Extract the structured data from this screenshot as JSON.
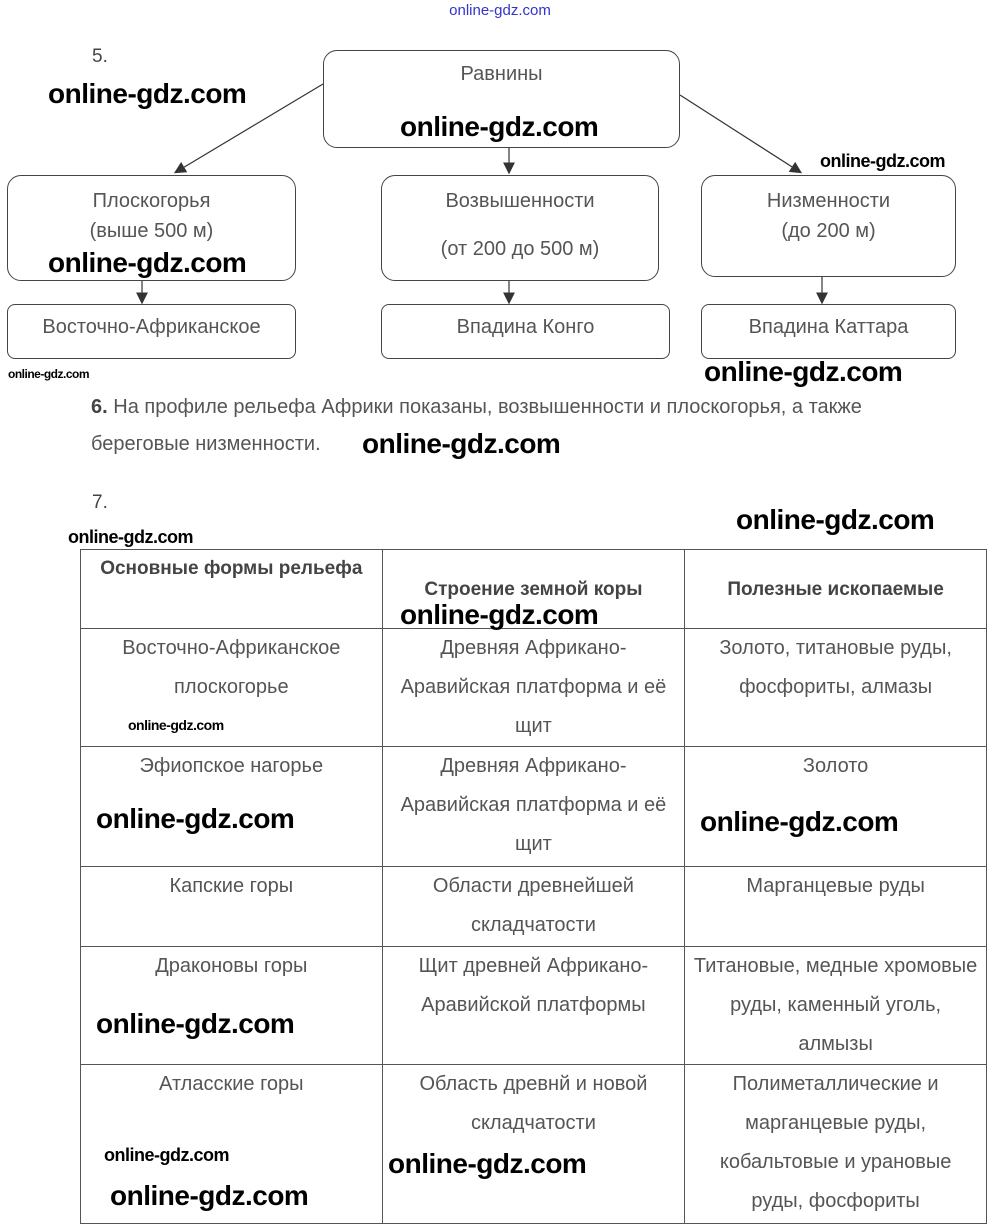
{
  "header_watermark": "online-gdz.com",
  "watermark": "online-gdz.com",
  "task5": {
    "number": "5.",
    "root": "Равнины",
    "branches": [
      {
        "title": "Плоскогорья",
        "subtitle": "(выше 500 м)",
        "example": "Восточно-Африканское"
      },
      {
        "title": "Возвышенности",
        "subtitle": "(от 200 до 500 м)",
        "example": "Впадина Конго"
      },
      {
        "title": "Низменности",
        "subtitle": "(до 200 м)",
        "example": "Впадина Каттара"
      }
    ]
  },
  "task6": {
    "number": "6.",
    "text_line1": "На профиле рельефа Африки показаны, возвышенности и плоскогорья, а также",
    "text_line2": "береговые низменности."
  },
  "task7": {
    "number": "7.",
    "headers": [
      "Основные формы рельефа",
      "Строение земной коры",
      "Полезные ископаемые"
    ],
    "rows": [
      [
        "Восточно-Африканское плоскогорье",
        "Древняя Африкано-Аравийская платформа и её щит",
        "Золото, титановые руды, фосфориты, алмазы"
      ],
      [
        "Эфиопское нагорье",
        "Древняя Африкано-Аравийская платформа и её щит",
        "Золото"
      ],
      [
        "Капские горы",
        "Области древнейшей складчатости",
        "Марганцевые руды"
      ],
      [
        "Драконовы горы",
        "Щит древней Африкано-Аравийской платформы",
        "Титановые, медные хромовые  руды, каменный уголь, алмызы"
      ],
      [
        "Атласские горы",
        "Область древнй и новой складчатости",
        "Полиметаллические и марганцевые руды, кобальтовые и урановые руды, фосфориты"
      ]
    ]
  }
}
